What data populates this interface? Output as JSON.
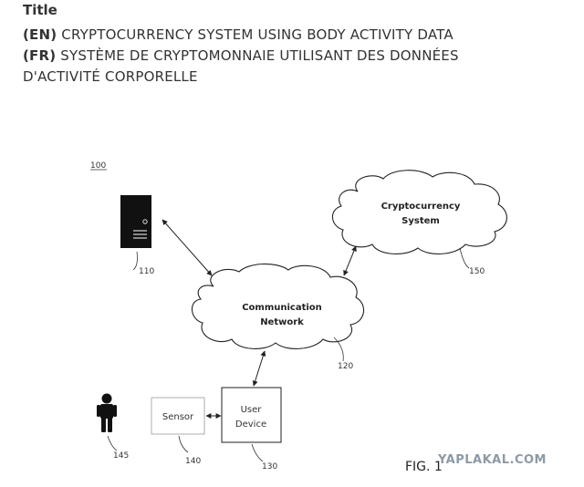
{
  "header": {
    "section_title": "Title",
    "en_lang": "(EN)",
    "en_title": "CRYPTOCURRENCY SYSTEM USING BODY ACTIVITY DATA",
    "fr_lang": "(FR)",
    "fr_title_line1": "SYSTÈME DE CRYPTOMONNAIE UTILISANT DES DONNÉES",
    "fr_title_line2": "D'ACTIVITÉ CORPORELLE"
  },
  "diagram": {
    "system_ref": "100",
    "server_ref": "110",
    "crypto_label_line1": "Cryptocurrency",
    "crypto_label_line2": "System",
    "crypto_ref": "150",
    "network_label_line1": "Communication",
    "network_label_line2": "Network",
    "network_ref": "120",
    "sensor_label": "Sensor",
    "sensor_ref": "140",
    "device_label_line1": "User",
    "device_label_line2": "Device",
    "device_ref": "130",
    "person_ref": "145",
    "figure_label": "FIG. 1"
  },
  "watermark": "YAPLAKAL.COM"
}
